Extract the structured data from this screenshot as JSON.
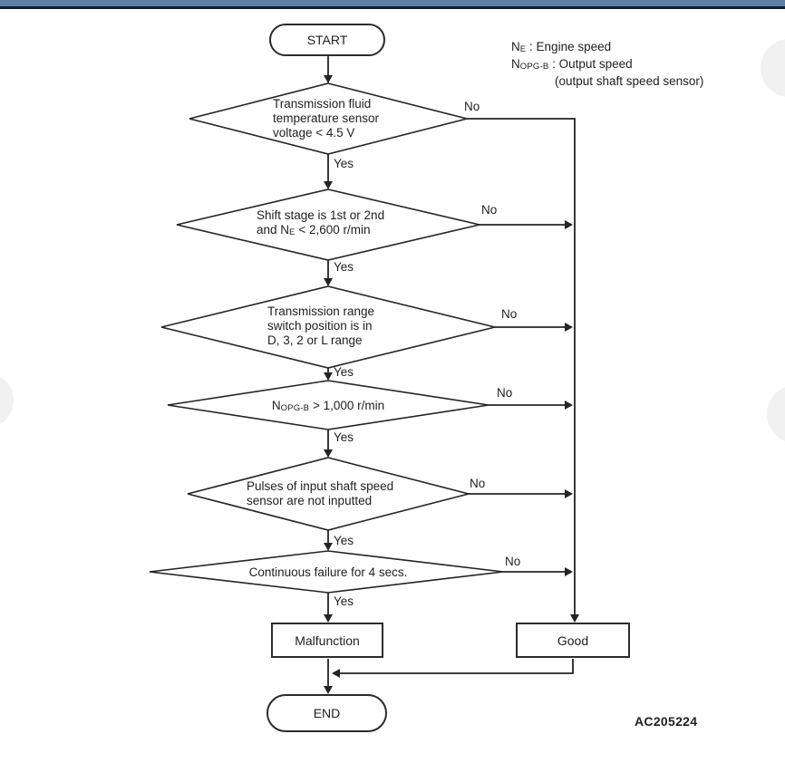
{
  "banner": {
    "color": "#5d80a4"
  },
  "legend": {
    "engine": {
      "symbol": "N",
      "subscript": "E",
      "text": " : Engine speed"
    },
    "output": {
      "symbol": "N",
      "subscript": "OPG-B",
      "text": " : Output speed",
      "note": "(output shaft speed sensor)"
    }
  },
  "flow": {
    "start_label": "START",
    "end_label": "END",
    "yes_label": "Yes",
    "no_label": "No",
    "decisions": [
      {
        "line1": "Transmission fluid",
        "line2": "temperature sensor",
        "line3": "voltage < 4.5 V"
      },
      {
        "line1": "Shift stage is 1st or 2nd",
        "line2_pre": "and N",
        "line2_sub": "E",
        "line2_post": " < 2,600 r/min"
      },
      {
        "line1": "Transmission range",
        "line2": "switch position is in",
        "line3": "D, 3, 2 or L range"
      },
      {
        "line1_pre": "N",
        "line1_sub": "OPG-B",
        "line1_post": " > 1,000 r/min"
      },
      {
        "line1": "Pulses of input shaft speed",
        "line2": "sensor are not inputted"
      },
      {
        "line1": "Continuous failure for 4 secs."
      }
    ],
    "results": {
      "malfunction": "Malfunction",
      "good": "Good"
    }
  },
  "figure_code": "AC205224"
}
